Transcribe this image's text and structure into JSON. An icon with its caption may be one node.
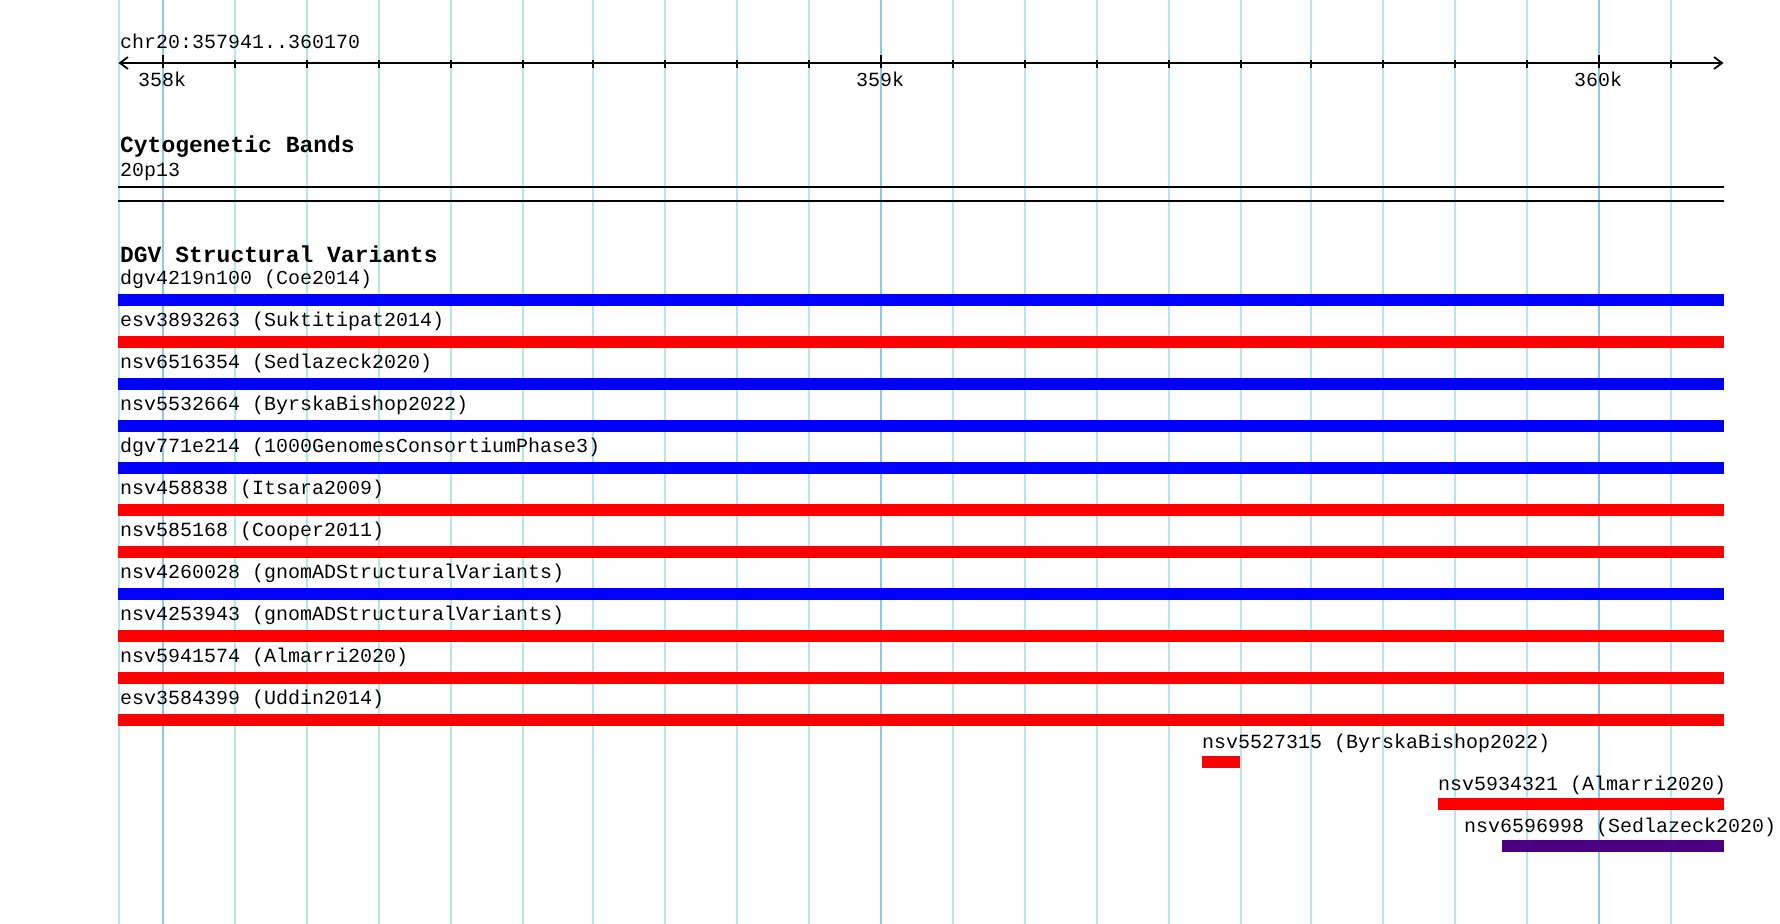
{
  "diagram": {
    "nodes": [
      {
        "text": [],
        "shape": "bar",
        "beside": [
          "20p13"
        ]
      },
      {
        "text": [],
        "shape": "bar",
        "beside": [
          "dgv4219n100 (Coe2014)"
        ]
      },
      {
        "text": [],
        "shape": "bar",
        "beside": [
          "esv3893263 (Suktitipat2014)"
        ]
      },
      {
        "text": [],
        "shape": "bar",
        "beside": [
          "nsv6516354 (Sedlazeck2020)"
        ]
      },
      {
        "text": [],
        "shape": "bar",
        "beside": [
          "nsv5532664 (ByrskaBishop2022)"
        ]
      },
      {
        "text": [],
        "shape": "bar",
        "beside": [
          "dgv771e214 (1000GenomesConsortiumPhase3)"
        ]
      },
      {
        "text": [],
        "shape": "bar",
        "beside": [
          "nsv458838 (Itsara2009)"
        ]
      },
      {
        "text": [],
        "shape": "bar",
        "beside": [
          "nsv585168 (Cooper2011)"
        ]
      },
      {
        "text": [],
        "shape": "bar",
        "beside": [
          "nsv4260028 (gnomADStructuralVariants)"
        ]
      },
      {
        "text": [],
        "shape": "bar",
        "beside": [
          "nsv4253943 (gnomADStructuralVariants)"
        ]
      },
      {
        "text": [],
        "shape": "bar",
        "beside": [
          "nsv5941574 (Almarri2020)"
        ]
      },
      {
        "text": [],
        "shape": "bar",
        "beside": [
          "esv3584399 (Uddin2014)"
        ]
      },
      {
        "text": [],
        "shape": "bar",
        "beside": [
          "nsv5527315 (ByrskaBishop2022)"
        ]
      },
      {
        "text": [],
        "shape": "bar",
        "beside": [
          "nsv5934321 (Almarri2020)"
        ]
      },
      {
        "text": [],
        "shape": "bar",
        "beside": [
          "nsv6596998 (Sedlazeck2020)"
        ]
      }
    ],
    "labels": [
      "chr20:357941..360170",
      "358k",
      "359k",
      "360k",
      "Cytogenetic Bands",
      "DGV Structural Variants"
    ]
  }
}
